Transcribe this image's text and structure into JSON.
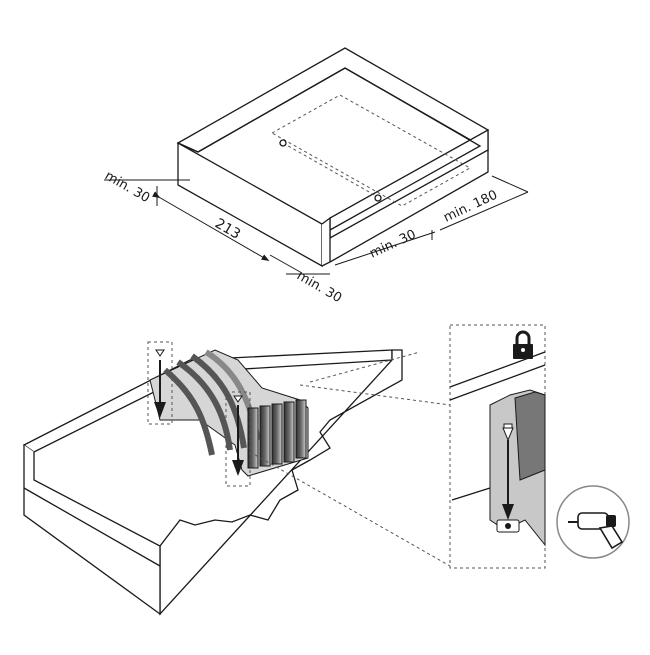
{
  "dimensions": {
    "min30_left": "min. 30",
    "width_213": "213",
    "min30_front": "min. 30",
    "min30_bottom": "min. 30",
    "min180": "min. 180"
  },
  "icons": [
    "lock-icon",
    "drill-icon",
    "screw-icon",
    "arrow-down-icon"
  ],
  "colors": {
    "line": "#1a1a1a",
    "organizer_dark": "#3a3a3a",
    "organizer_light": "#d0d0d0",
    "drawer_fill": "#ffffff"
  }
}
